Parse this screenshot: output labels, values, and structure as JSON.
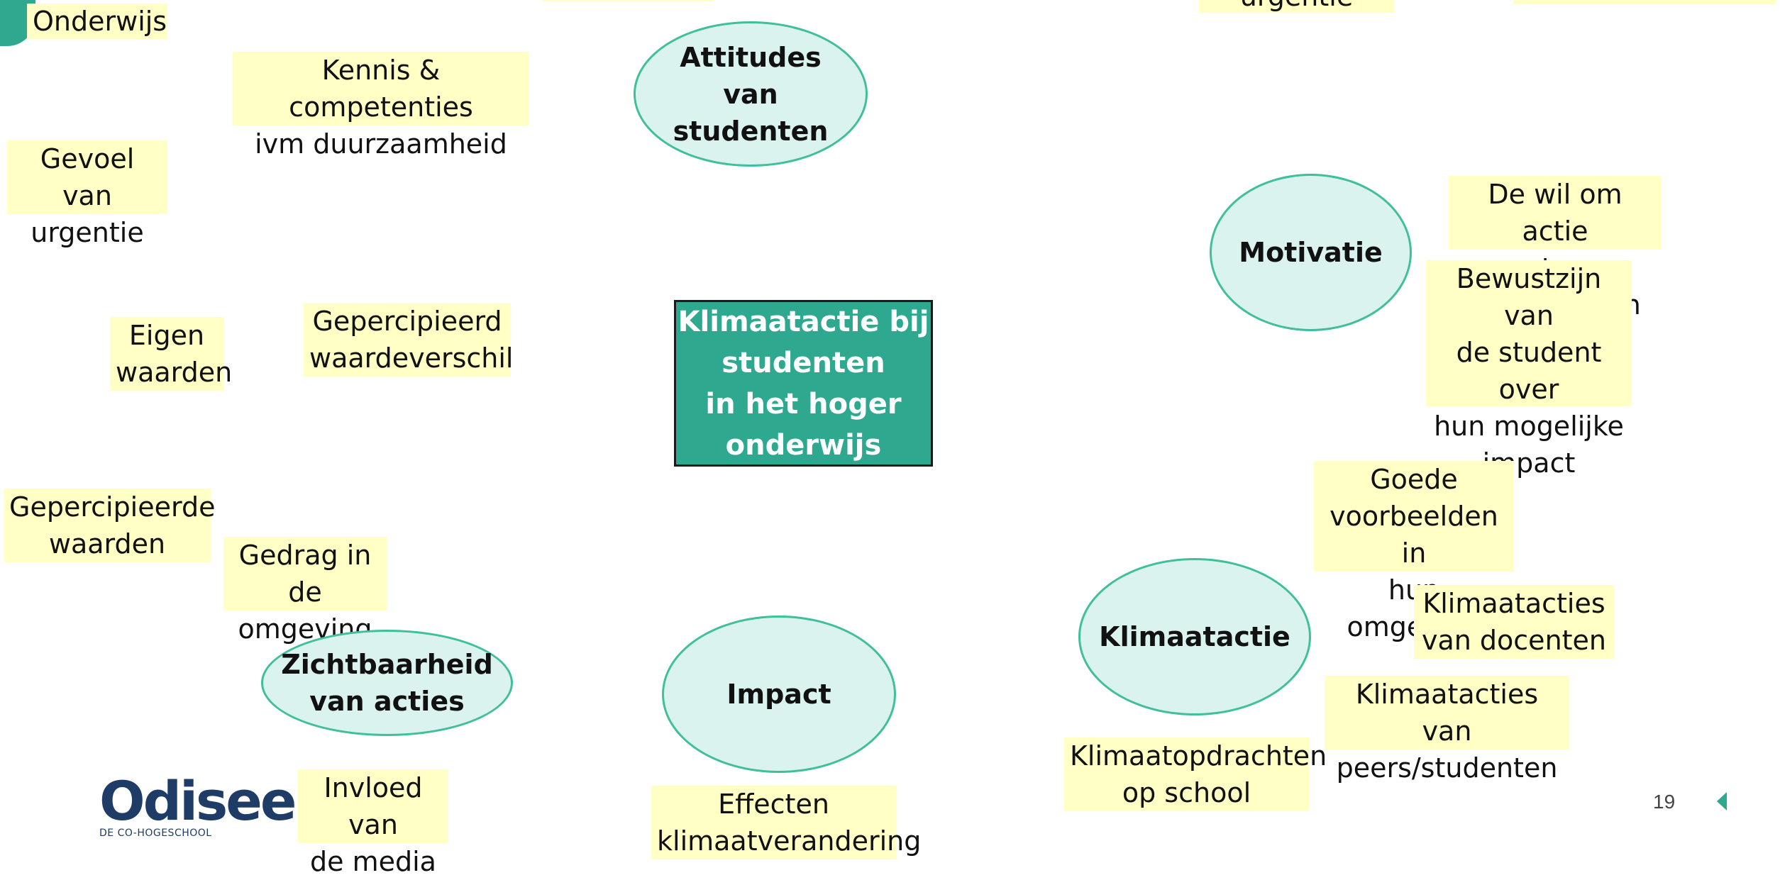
{
  "center": {
    "text": "Klimaatactie bij\nstudenten\n in het hoger\nonderwijs"
  },
  "themes": {
    "attitudes": "Attitudes\nvan\nstudenten",
    "motivatie": "Motivatie",
    "klimaatactie": "Klimaatactie",
    "impact": "Impact",
    "zichtbaarheid": "Zichtbaarheid\nvan acties"
  },
  "notes": {
    "onderwijs": "Onderwijs",
    "kennis": "Kennis & competenties\nivm duurzaamheid",
    "gevoel": "Gevoel van\nurgentie",
    "eigen_waarden": "Eigen\nwaarden",
    "waardeverschil": "Gepercipieerd\nwaardeverschil",
    "gepercipieerde_waarden": "Gepercipieerde\nwaarden",
    "gedrag": "Gedrag in de\nomgeving",
    "invloed_media": "Invloed van\nde media",
    "effecten": "Effecten\nklimaatverandering",
    "wil_actie": "De wil om actie\nte ondernemen",
    "bewustzijn": "Bewustzijn van\nde student over\nhun mogelijke\nimpact",
    "goede_voorbeelden": "Goede\nvoorbeelden in\nhun omgeving",
    "acties_docenten": "Klimaatacties\nvan docenten",
    "acties_peers": "Klimaatacties van\npeers/studenten",
    "opdrachten": "Klimaatopdrachten\nop school",
    "urgentie_top": "urgentie"
  },
  "footer": {
    "logo_name": "Odisee",
    "logo_tagline": "DE CO-HOGESCHOOL",
    "page_number": "19"
  }
}
